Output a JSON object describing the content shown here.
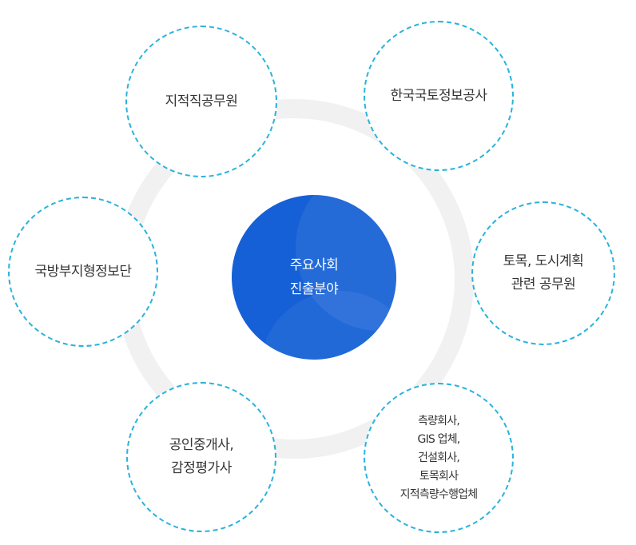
{
  "center": {
    "lines": [
      "주요사회",
      "진출분야"
    ]
  },
  "nodes": [
    {
      "lines": [
        "지적직공무원"
      ]
    },
    {
      "lines": [
        "한국국토정보공사"
      ]
    },
    {
      "lines": [
        "토목, 도시계획",
        "관련 공무원"
      ]
    },
    {
      "lines": [
        "측량회사,",
        "GIS 업체,",
        "건설회사,",
        "토목회사",
        "지적측량수행업체"
      ]
    },
    {
      "lines": [
        "공인중개사,",
        "감정평가사"
      ]
    },
    {
      "lines": [
        "국방부지형정보단"
      ]
    }
  ],
  "colors": {
    "center": "#1560d6",
    "dashed_border": "#2bb3dc",
    "ring": "#f1f1f1",
    "text": "#333333"
  }
}
